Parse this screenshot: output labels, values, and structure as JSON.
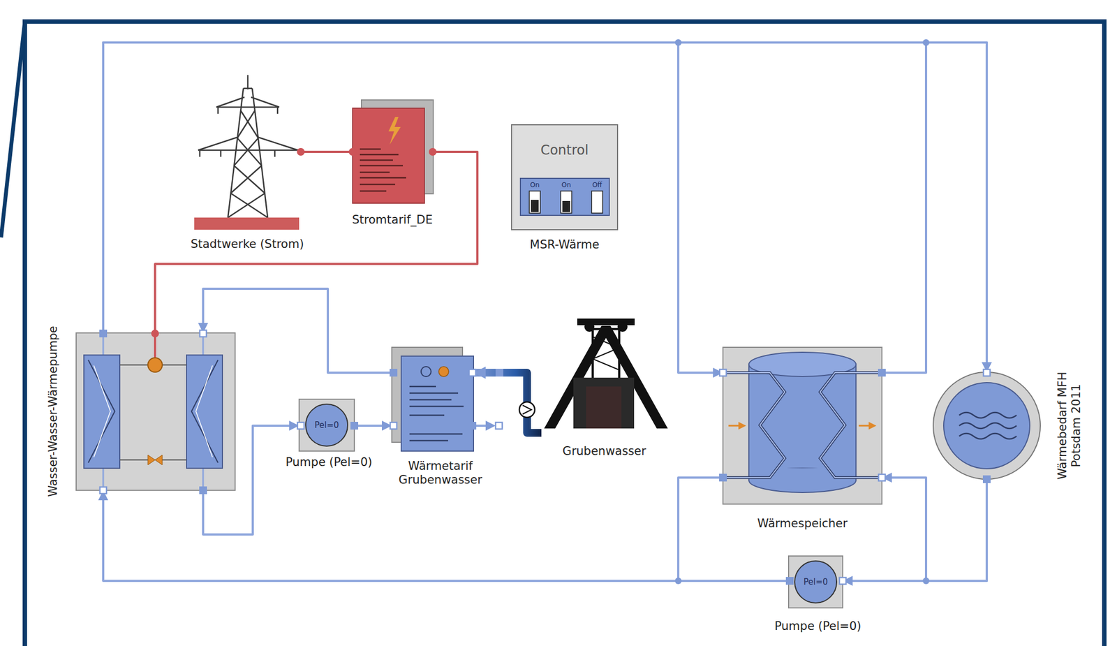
{
  "diagram": {
    "nodes": [
      {
        "text": [
          "Wasser-Wasser-Wärmepumpe"
        ]
      },
      {
        "text": [
          "Stadtwerke (Strom)"
        ]
      },
      {
        "text": [
          "Stromtarif_DE"
        ]
      },
      {
        "text": [
          "Control",
          "MSR-Wärme"
        ]
      },
      {
        "text": [
          "Pel=0",
          "Pumpe (Pel=0)"
        ]
      },
      {
        "text": [
          "Wärmetarif Grubenwasser"
        ]
      },
      {
        "text": [
          "Grubenwasser"
        ]
      },
      {
        "text": [
          "Wärmespeicher"
        ]
      },
      {
        "text": [
          "Wärmebedarf MFH Potsdam 2011"
        ]
      },
      {
        "text": [
          "Pel=0",
          "Pumpe (Pel=0)"
        ]
      }
    ],
    "edges": [
      {
        "from": 1,
        "to": 2,
        "arrow": "none"
      },
      {
        "from": 2,
        "to": 0,
        "arrow": "none"
      },
      {
        "from": 0,
        "to": 7,
        "arrow": "to"
      },
      {
        "from": 0,
        "to": 8,
        "arrow": "to"
      },
      {
        "from": 7,
        "to": 8,
        "arrow": "to"
      },
      {
        "from": 5,
        "to": 0,
        "arrow": "to"
      },
      {
        "from": 0,
        "to": 4,
        "arrow": "to"
      },
      {
        "from": 4,
        "to": 5,
        "arrow": "to"
      },
      {
        "from": 6,
        "to": 5,
        "arrow": "to"
      },
      {
        "from": 8,
        "to": 9,
        "arrow": "to"
      },
      {
        "from": 8,
        "to": 7,
        "arrow": "to"
      },
      {
        "from": 9,
        "to": 0,
        "arrow": "to"
      },
      {
        "from": 9,
        "to": 7,
        "arrow": "none"
      }
    ],
    "labels": [
      "On",
      "On",
      "Off"
    ]
  }
}
